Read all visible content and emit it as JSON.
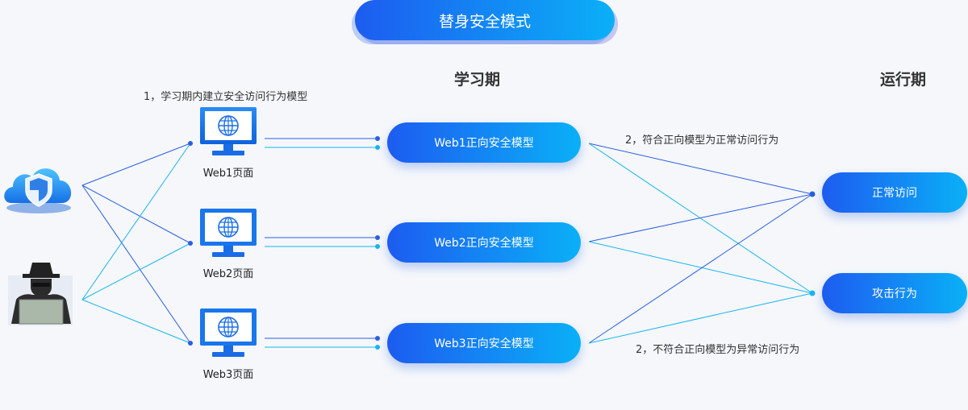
{
  "title": "替身安全模式",
  "phases": {
    "learning": "学习期",
    "running": "运行期"
  },
  "notes": {
    "step1": "1，学习期内建立安全访问行为模型",
    "step2a": "2，符合正向模型为正常访问行为",
    "step2b": "2，不符合正向模型为异常访问行为"
  },
  "pages": [
    {
      "label": "Web1页面",
      "icon": "monitor-globe-icon"
    },
    {
      "label": "Web2页面",
      "icon": "monitor-globe-icon"
    },
    {
      "label": "Web3页面",
      "icon": "monitor-globe-icon"
    }
  ],
  "models": [
    "Web1正向安全模型",
    "Web2正向安全模型",
    "Web3正向安全模型"
  ],
  "outcomes": [
    "正常访问",
    "攻击行为"
  ],
  "sources": [
    {
      "icon": "cloud-shield-icon"
    },
    {
      "icon": "hacker-icon"
    }
  ],
  "colors": {
    "dark_line": "#2b5fe0",
    "light_line": "#18b6ee",
    "gradient_start": "#1d5cf0",
    "gradient_end": "#0ab0f7"
  }
}
